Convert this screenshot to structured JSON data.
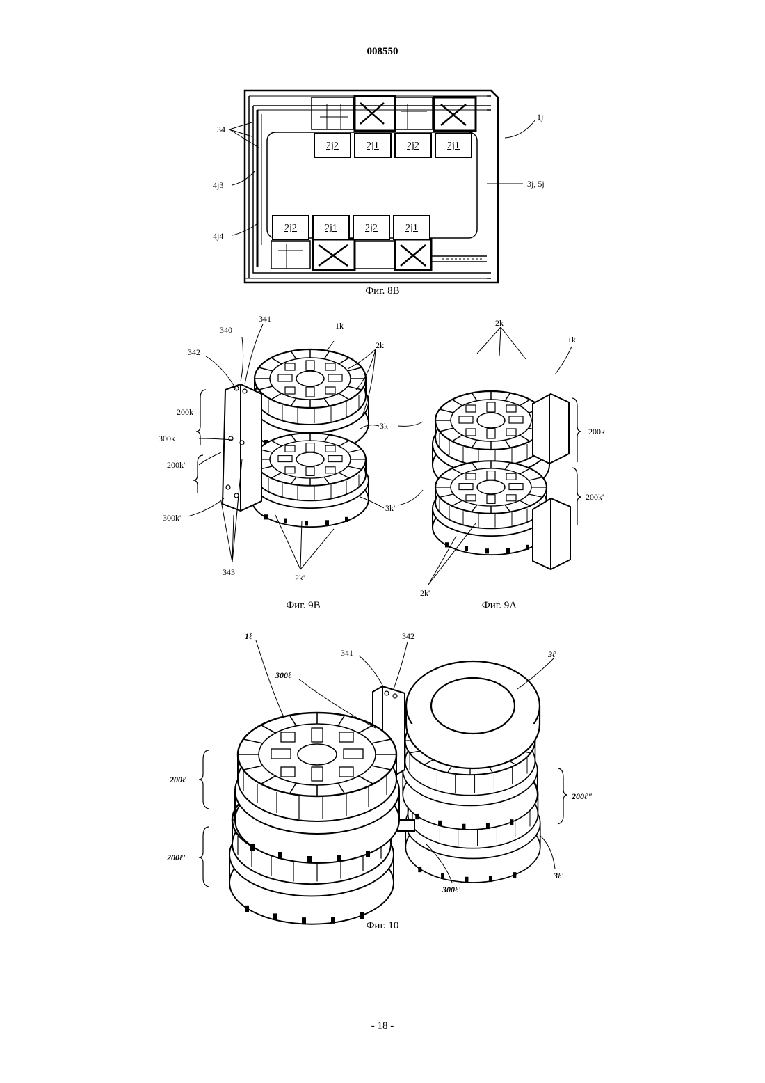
{
  "header": {
    "doc_number": "008550"
  },
  "footer": {
    "page_number": "- 18 -"
  },
  "fig8b": {
    "caption": "Фиг. 8B",
    "labels": {
      "ref_34": "34",
      "ref_4j3": "4j3",
      "ref_4j4": "4j4",
      "ref_1j": "1j",
      "ref_3j5j": "3j, 5j"
    },
    "top_boxes": [
      "2j2",
      "2j1",
      "2j2",
      "2j1"
    ],
    "bottom_boxes": [
      "2j2",
      "2j1",
      "2j2",
      "2j1"
    ]
  },
  "fig9b": {
    "caption": "Фиг. 9B",
    "labels": {
      "ref_340": "340",
      "ref_341": "341",
      "ref_342": "342",
      "ref_1k": "1k",
      "ref_2k": "2k",
      "ref_200k": "200k",
      "ref_300k": "300k",
      "ref_200k_prime": "200k'",
      "ref_3k_a": "3k",
      "ref_300k_prime": "300k'",
      "ref_3k_b": "3k'",
      "ref_343": "343",
      "ref_2k_prime": "2k'"
    }
  },
  "fig9a": {
    "caption": "Фиг. 9A",
    "labels": {
      "ref_2k": "2k",
      "ref_1k": "1k",
      "ref_200k": "200k",
      "ref_200k_prime": "200k'",
      "ref_2k_prime": "2k'"
    }
  },
  "fig10": {
    "caption": "Фиг. 10",
    "labels": {
      "ref_1l": "1ℓ",
      "ref_342": "342",
      "ref_341": "341",
      "ref_300l": "300ℓ",
      "ref_3l": "3ℓ",
      "ref_200l": "200ℓ",
      "ref_200l_prime": "200ℓ'",
      "ref_200l_dprime": "200ℓ\"",
      "ref_3l_prime": "3ℓ'",
      "ref_300l_prime": "300ℓ'"
    }
  }
}
